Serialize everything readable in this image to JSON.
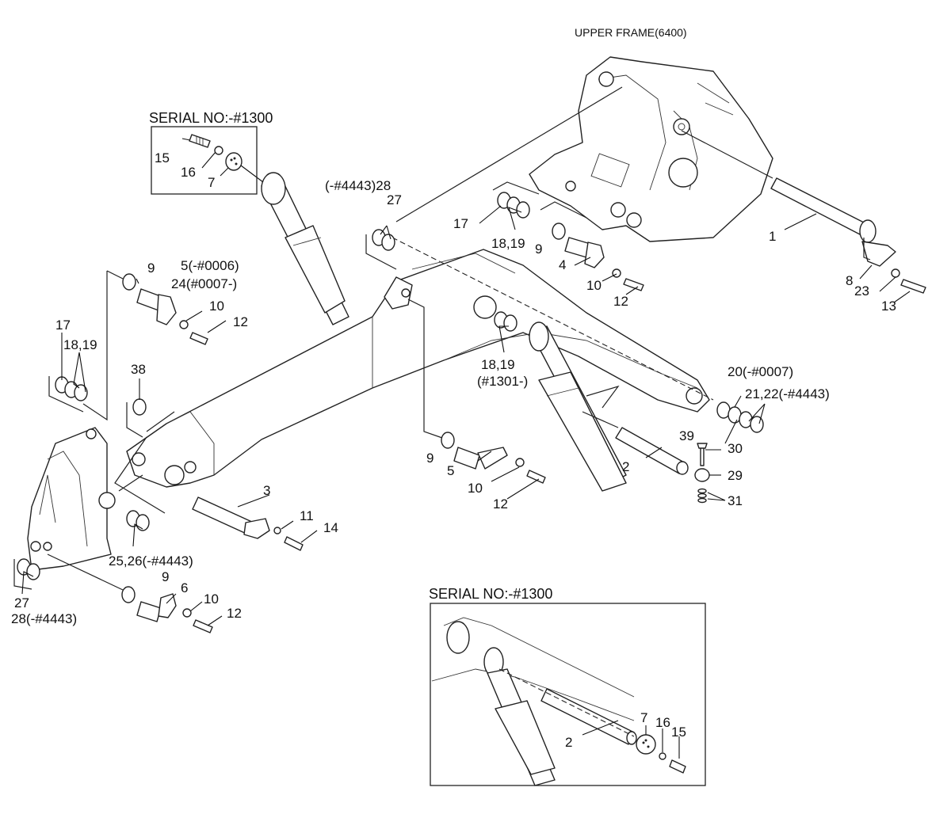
{
  "titles": {
    "upper_frame": "UPPER FRAME(6400)",
    "inset_top": "SERIAL NO:-#1300",
    "inset_bottom": "SERIAL NO:-#1300"
  },
  "labels": {
    "l1": "1",
    "l2": "2",
    "l3": "3",
    "l4": "4",
    "l5_24": "5(-#0006)",
    "l24": "24(#0007-)",
    "l5": "5",
    "l6": "6",
    "l7_top": "7",
    "l8": "8",
    "l9_a": "9",
    "l9_b": "9",
    "l9_c": "9",
    "l9_d": "9",
    "l10_a": "10",
    "l10_b": "10",
    "l10_c": "10",
    "l10_d": "10",
    "l11": "11",
    "l12_a": "12",
    "l12_b": "12",
    "l12_c": "12",
    "l12_d": "12",
    "l13": "13",
    "l14": "14",
    "l15_top": "15",
    "l16_top": "16",
    "l17_a": "17",
    "l17_b": "17",
    "l18_19_a": "18,19",
    "l18_19_b": "18,19",
    "l18_19_c": "18,19",
    "l1301": "(#1301-)",
    "l20": "20(-#0007)",
    "l21_22": "21,22(-#4443)",
    "l23": "23",
    "l25_26": "25,26(-#4443)",
    "l27_a": "27",
    "l27_b": "27",
    "l28_a": "(-#4443)28",
    "l28_b": "28(-#4443)",
    "l29": "29",
    "l30": "30",
    "l31": "31",
    "l38": "38",
    "l39": "39",
    "inset_l2": "2",
    "inset_l7": "7",
    "inset_l15": "15",
    "inset_l16": "16"
  }
}
